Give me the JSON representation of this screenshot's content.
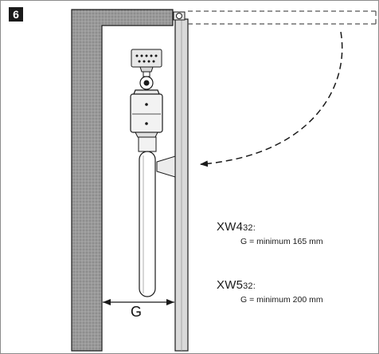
{
  "figure": {
    "step_number": "6",
    "gap_label": "G",
    "models": [
      {
        "model_name": "XW4",
        "model_suffix": "32:",
        "requirement": "G = minimum 165 mm"
      },
      {
        "model_name": "XW5",
        "model_suffix": "32:",
        "requirement": "G = minimum 200 mm"
      }
    ]
  },
  "colors": {
    "wall_fill": "#8f8f8f",
    "line": "#1a1a1a",
    "dashed": "#555555"
  }
}
